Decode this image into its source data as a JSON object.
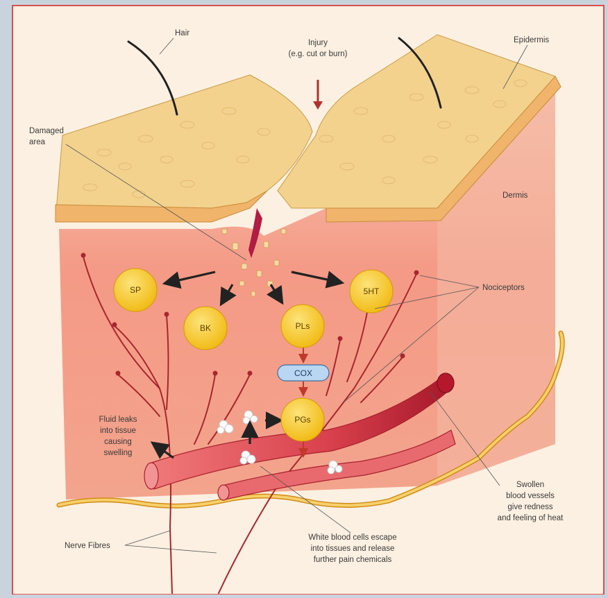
{
  "labels": {
    "hair": "Hair",
    "injury_line1": "Injury",
    "injury_line2": "(e.g. cut or burn)",
    "epidermis": "Epidermis",
    "damaged_line1": "Damaged",
    "damaged_line2": "area",
    "dermis": "Dermis",
    "nociceptors": "Nociceptors",
    "fluid_line1": "Fluid leaks",
    "fluid_line2": "into tissue",
    "fluid_line3": "causing",
    "fluid_line4": "swelling",
    "swollen_line1": "Swollen",
    "swollen_line2": "blood vessels",
    "swollen_line3": "give redness",
    "swollen_line4": "and feeling of heat",
    "nerve_fibres": "Nerve Fibres",
    "wbc_line1": "White blood cells escape",
    "wbc_line2": "into tissues and release",
    "wbc_line3": "further pain chemicals"
  },
  "chemicals": {
    "sp": "SP",
    "bk": "BK",
    "pls": "PLs",
    "sht": "5HT",
    "cox": "COX",
    "pgs": "PGs"
  },
  "colors": {
    "chemical_fill": "#f5c518",
    "cox_fill": "#b9d6f2",
    "tissue": "#f6a08c",
    "epidermis": "#f3d28e",
    "nerve": "#a8262e",
    "vessel": "#e9585e",
    "frame_border": "#d71f1f"
  }
}
